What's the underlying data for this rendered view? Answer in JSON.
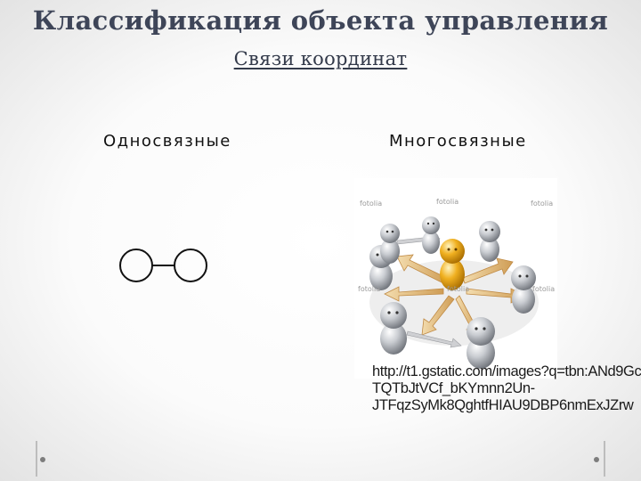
{
  "slide": {
    "title": "Классификация объекта управления",
    "subtitle": "Связи координат",
    "left_label": "Односвязные",
    "right_label": "Многосвязные"
  },
  "image": {
    "watermark": "fotolia",
    "url_lines": [
      "http://t1.gstatic.com/images?q=tbn:ANd9Gc",
      "TQTbJtVCf_bKYmnn2Un-",
      "JTFqzSyMk8QghtfHIAU9DBP6nmExJZrw"
    ]
  },
  "colors": {
    "title": "#3e4558",
    "accent_figure": "#e0a020",
    "figure_silver": "#b9bcc1",
    "arrow": "#d9b070"
  }
}
